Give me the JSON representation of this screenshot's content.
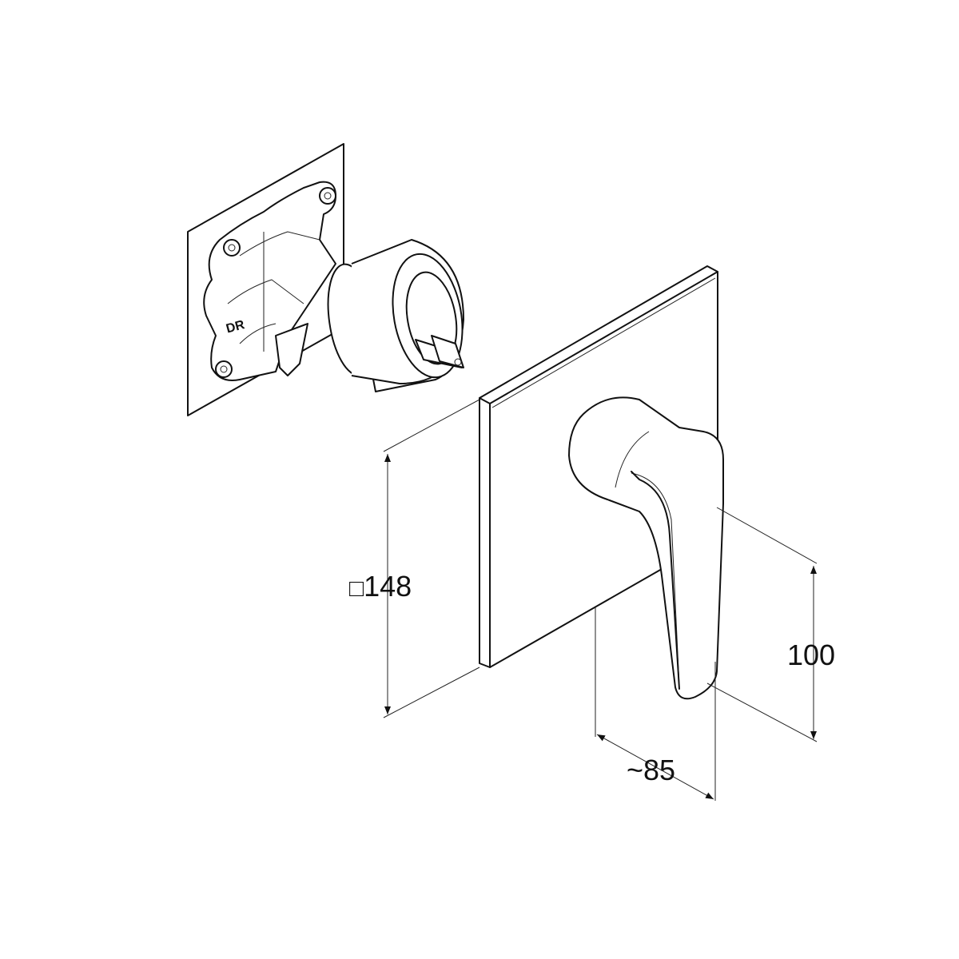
{
  "dimensions": {
    "cover_plate": {
      "symbol": "□",
      "value": "148"
    },
    "handle_height": {
      "value": "100"
    },
    "projection": {
      "value": "~85"
    }
  },
  "body_marking": "DR",
  "colors": {
    "line": "#111111",
    "background": "#ffffff"
  }
}
